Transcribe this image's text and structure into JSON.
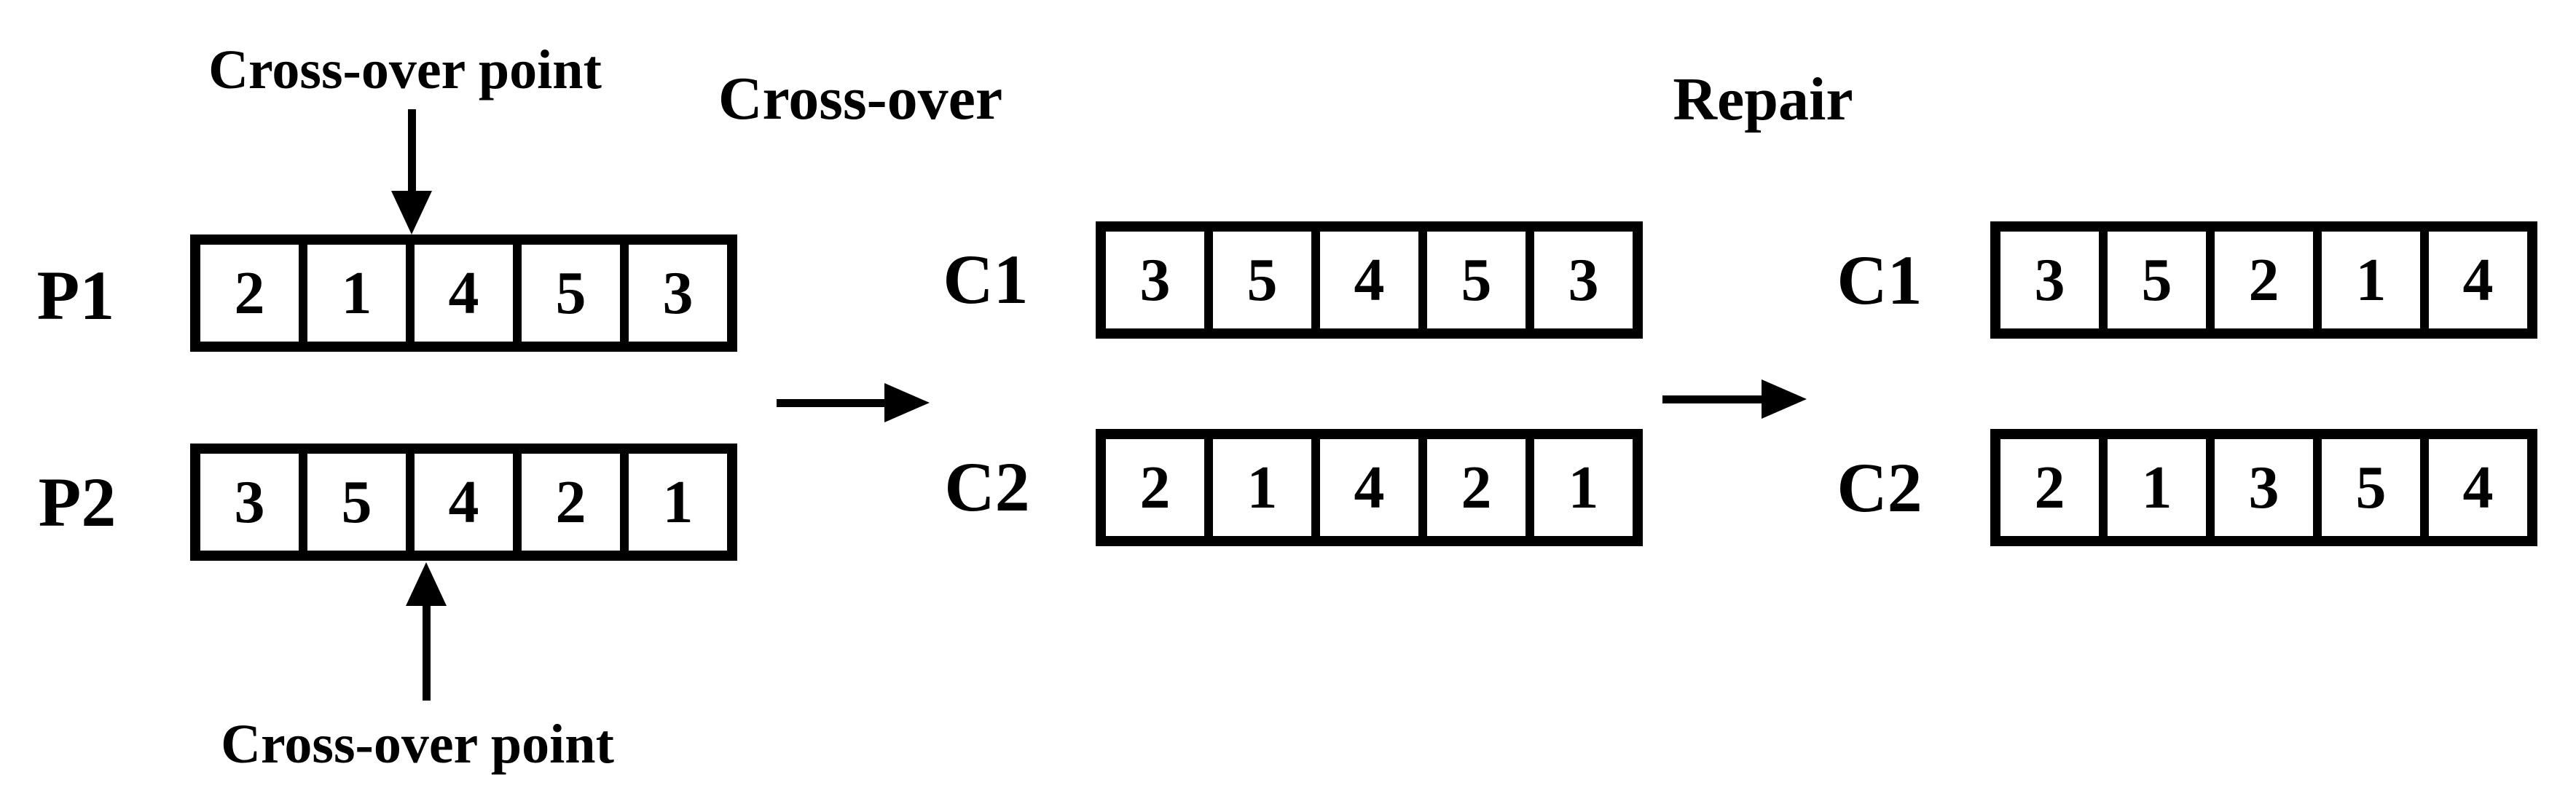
{
  "diagram": {
    "colors": {
      "ink": "#000000",
      "background": "#ffffff"
    },
    "icons": {
      "down_arrow": "↓",
      "up_arrow": "↑",
      "right_arrow": "→"
    },
    "parents": {
      "crossover_point_top_label": "Cross-over point",
      "crossover_point_bottom_label": "Cross-over point",
      "rows": [
        {
          "label": "P1",
          "cells": [
            "2",
            "1",
            "4",
            "5",
            "3"
          ]
        },
        {
          "label": "P2",
          "cells": [
            "3",
            "5",
            "4",
            "2",
            "1"
          ]
        }
      ]
    },
    "crossover_stage": {
      "heading": "Cross-over",
      "rows": [
        {
          "label": "C1",
          "cells": [
            "3",
            "5",
            "4",
            "5",
            "3"
          ]
        },
        {
          "label": "C2",
          "cells": [
            "2",
            "1",
            "4",
            "2",
            "1"
          ]
        }
      ]
    },
    "repair_stage": {
      "heading": "Repair",
      "rows": [
        {
          "label": "C1",
          "cells": [
            "3",
            "5",
            "2",
            "1",
            "4"
          ]
        },
        {
          "label": "C2",
          "cells": [
            "2",
            "1",
            "3",
            "5",
            "4"
          ]
        }
      ]
    }
  }
}
